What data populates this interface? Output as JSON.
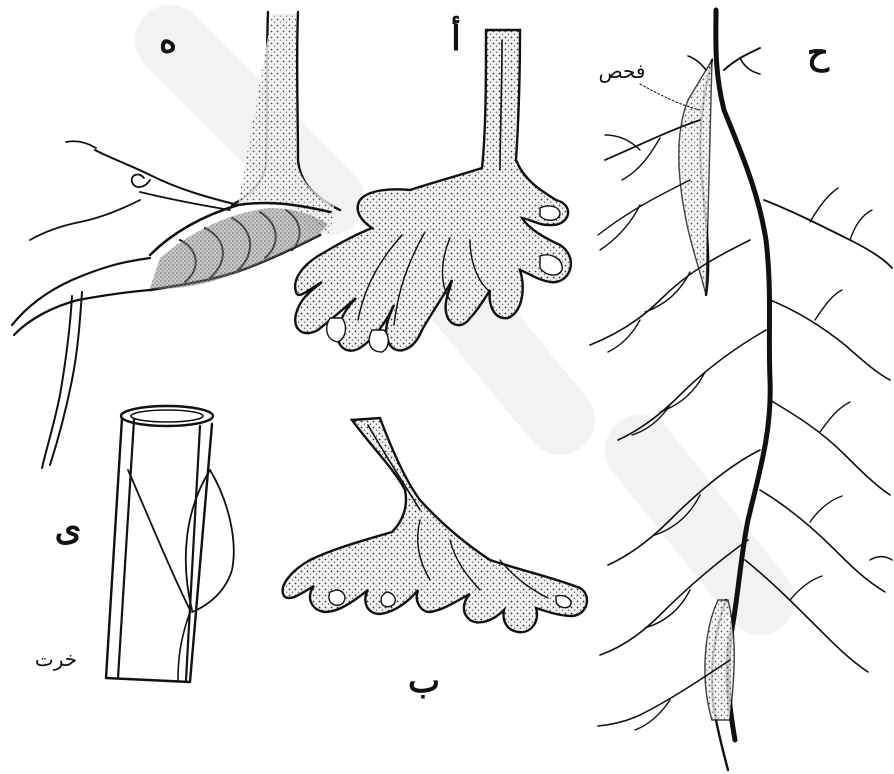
{
  "labels": {
    "a": "أ",
    "b": "ب",
    "j": "ح",
    "d": "ى",
    "h": "ه",
    "j_annotation": "فحص",
    "d_annotation": "خرت"
  },
  "palette": {
    "ink": "#111111",
    "stipple": "#dcdcdc",
    "background": "#ffffff"
  }
}
